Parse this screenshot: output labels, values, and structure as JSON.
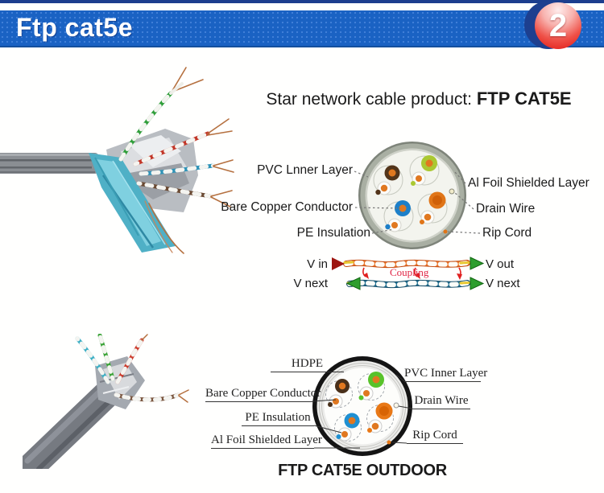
{
  "header": {
    "title": "Ftp cat5e",
    "page_number": "2"
  },
  "top_section": {
    "heading_regular": "Star network cable product: ",
    "heading_bold": "FTP CAT5E",
    "cross_section_labels": {
      "left": [
        "PVC Lnner Layer",
        "Bare Copper Conductor",
        "PE Insulation"
      ],
      "right": [
        "Al Foil Shielded Layer",
        "Drain Wire",
        "Rip Cord"
      ]
    },
    "coupling_diagram": {
      "v_in": "V in",
      "v_out": "V out",
      "v_next_left": "V next",
      "v_next_right": "V next",
      "label": "Coupling"
    }
  },
  "bottom_section": {
    "cross_section_labels": {
      "left": [
        "HDPE",
        "Bare Copper Conductor",
        "PE Insulation",
        "Al Foil Shielded Layer"
      ],
      "right": [
        "PVC Inner Layer",
        "Drain Wire",
        "Rip Cord"
      ]
    },
    "caption": "FTP CAT5E OUTDOOR"
  },
  "colors": {
    "header_blue": "#1a62c3",
    "header_stripe": "#1c3e8e",
    "badge_red": "#e8251f",
    "badge_navy": "#1d3f8f",
    "coupling_red": "#e02545",
    "wire_orange": "#e07820",
    "wire_brown": "#53351b",
    "wire_lime": "#aac832",
    "wire_green": "#58c22a",
    "wire_blue": "#1d7fc8",
    "jacket_gray_indoor": "#8a8e93",
    "jacket_black_outdoor": "#141414",
    "coupling_cable_orange": "#e8732a",
    "coupling_cable_blue": "#1d6a8c"
  }
}
